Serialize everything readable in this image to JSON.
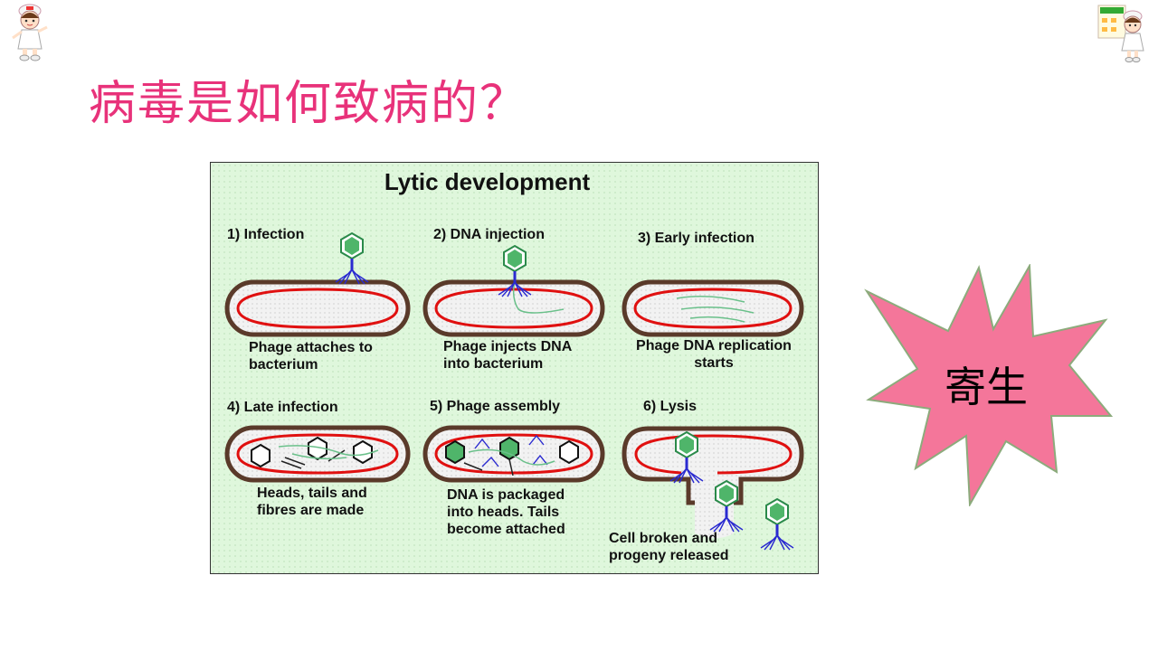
{
  "slide": {
    "title": "病毒是如何致病的？"
  },
  "figure": {
    "title": "Lytic development",
    "steps": [
      {
        "label": "1) Infection",
        "caption_lines": [
          "Phage attaches to",
          "bacterium"
        ]
      },
      {
        "label": "2) DNA injection",
        "caption_lines": [
          "Phage injects DNA",
          "into bacterium"
        ]
      },
      {
        "label": "3) Early infection",
        "caption_lines": [
          "Phage DNA replication",
          "starts"
        ]
      },
      {
        "label": "4) Late  infection",
        "caption_lines": [
          "Heads, tails and",
          "fibres are made"
        ]
      },
      {
        "label": "5)  Phage assembly",
        "caption_lines": [
          "DNA is packaged",
          "into heads. Tails",
          "become attached"
        ]
      },
      {
        "label": "6) Lysis",
        "caption_lines": [
          "Cell broken and",
          "progeny released"
        ]
      }
    ]
  },
  "callout": {
    "text": "寄生"
  },
  "colors": {
    "title": "#e8327a",
    "starburst_fill": "#f4769a",
    "cell_wall": "#5a3a2a",
    "membrane": "#e01010",
    "phage_head": "#3aa05a",
    "phage_tail": "#2a2ad0",
    "dna": "#6ac08a"
  }
}
